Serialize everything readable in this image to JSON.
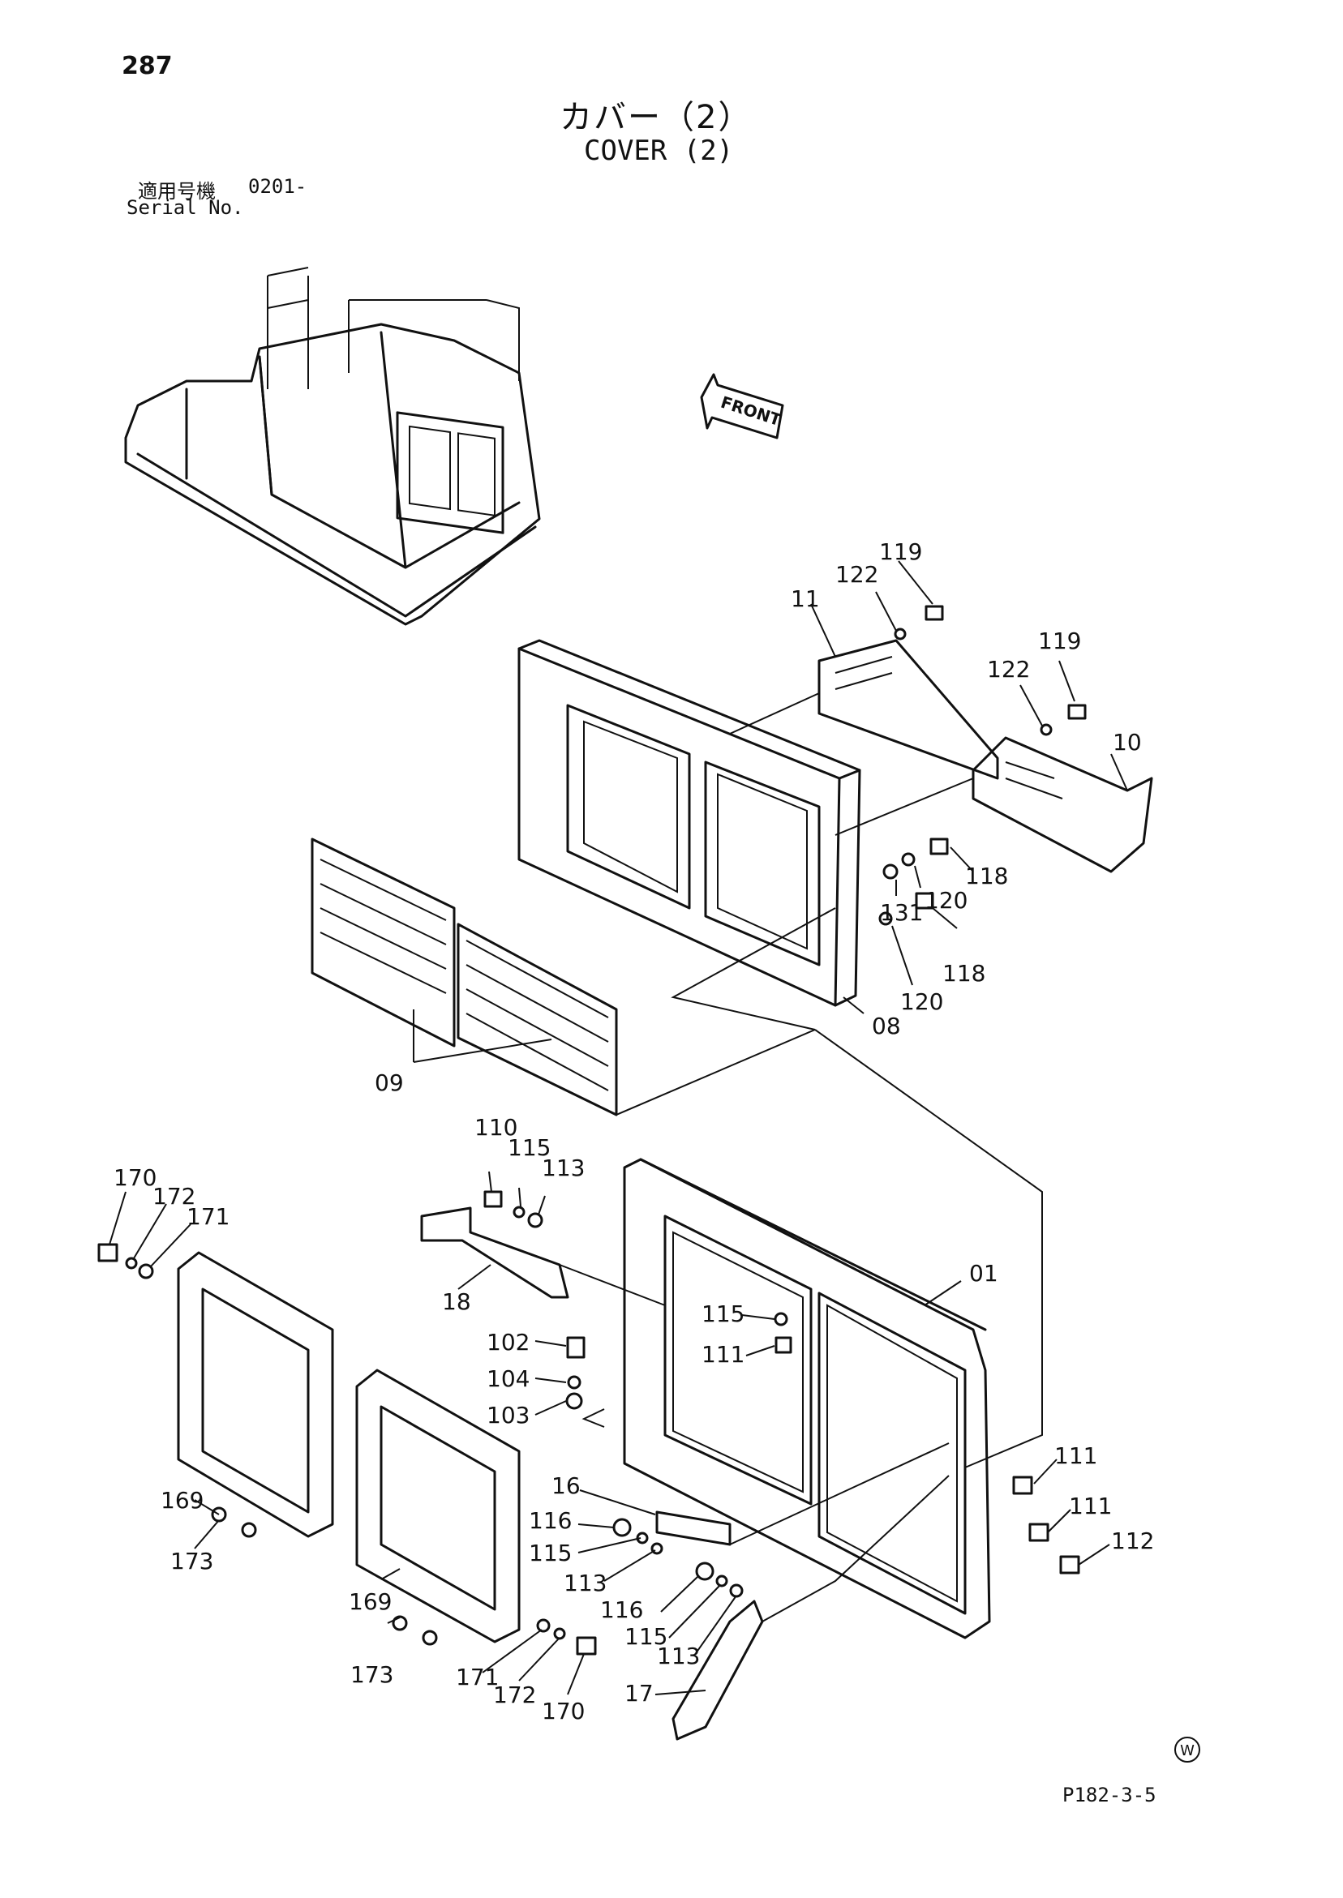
{
  "header": {
    "page_number": "287",
    "title_jp": "カバー（2）",
    "title_en": "COVER (2)",
    "serial_label_jp": "適用号機",
    "serial_range": "0201-",
    "serial_label_en": "Serial No."
  },
  "footer": {
    "page_code": "P182-3-5",
    "mark": "W"
  },
  "diagram": {
    "direction_label": "FRONT",
    "callouts": [
      "119",
      "122",
      "11",
      "119",
      "122",
      "10",
      "118",
      "120",
      "131",
      "118",
      "120",
      "08",
      "09",
      "110",
      "115",
      "113",
      "170",
      "172",
      "171",
      "01",
      "18",
      "115",
      "111",
      "102",
      "104",
      "103",
      "111",
      "111",
      "112",
      "16",
      "116",
      "115",
      "113",
      "169",
      "173",
      "116",
      "115",
      "113",
      "169",
      "173",
      "171",
      "172",
      "170",
      "17"
    ]
  }
}
